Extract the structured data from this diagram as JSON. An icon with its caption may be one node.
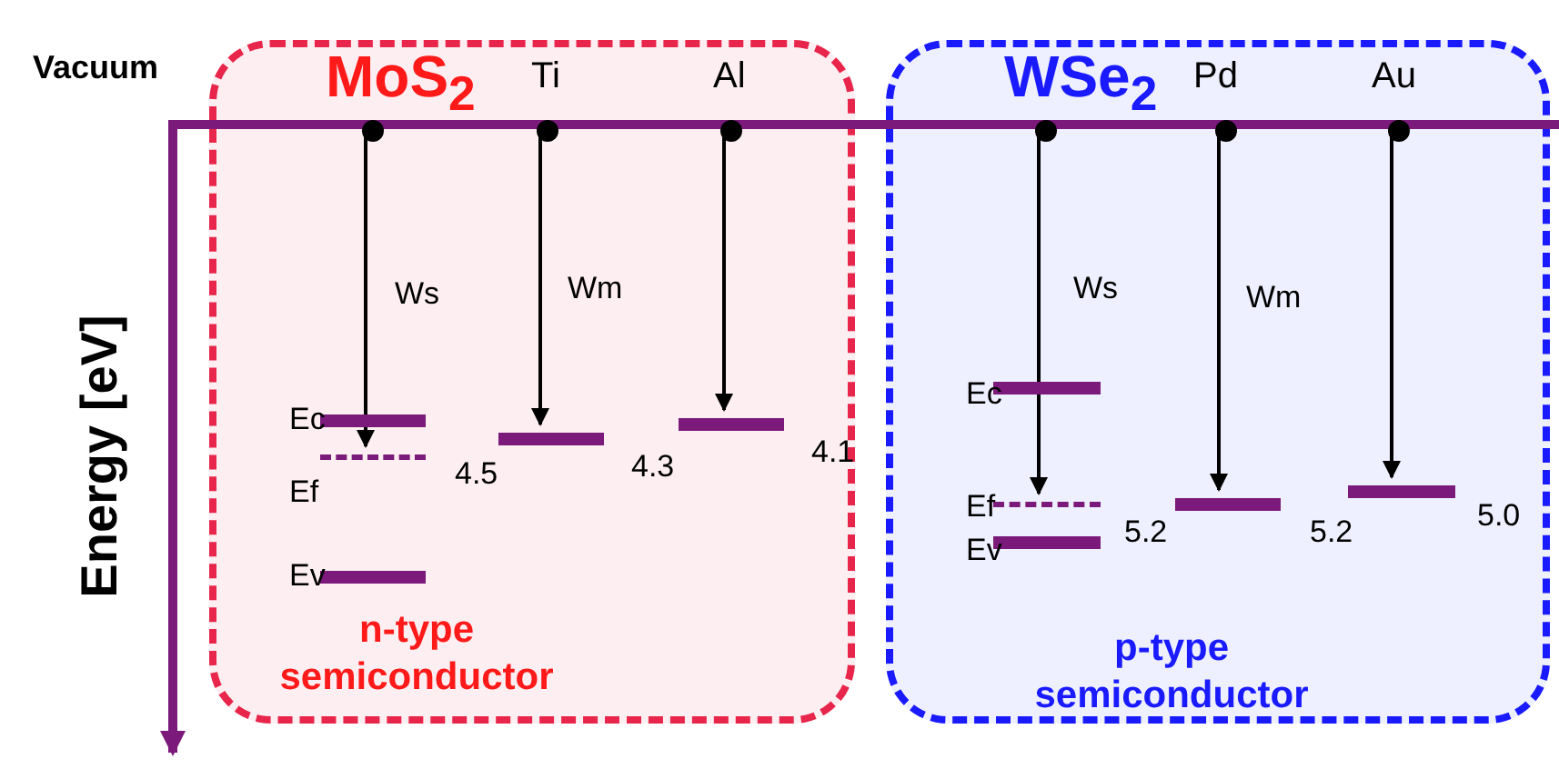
{
  "diagram": {
    "nodes": [
      {
        "text": [
          "MoS$_{2}$",
          "n-type semiconductor"
        ]
      },
      {
        "text": [],
        "shape": "circle",
        "in": 0
      },
      {
        "text": [],
        "shape": "circle",
        "in": 0,
        "beside": [
          "Ti"
        ]
      },
      {
        "text": [],
        "shape": "circle",
        "in": 0,
        "beside": [
          "Al"
        ]
      },
      {
        "text": [],
        "shape": "bar",
        "in": 0,
        "beside": [
          "Ec"
        ]
      },
      {
        "text": [],
        "shape": "bar",
        "in": 0,
        "beside": [
          "Ef",
          "4.5"
        ]
      },
      {
        "text": [],
        "shape": "bar",
        "in": 0,
        "beside": [
          "Ev"
        ]
      },
      {
        "text": [],
        "shape": "bar",
        "in": 0,
        "beside": [
          "4.3"
        ]
      },
      {
        "text": [],
        "shape": "bar",
        "in": 0,
        "beside": [
          "4.1"
        ]
      },
      {
        "text": [
          "WSe$_{2}$",
          "p-type semiconductor"
        ]
      },
      {
        "text": [],
        "shape": "circle",
        "in": 9
      },
      {
        "text": [],
        "shape": "circle",
        "in": 9,
        "beside": [
          "Pd"
        ]
      },
      {
        "text": [],
        "shape": "circle",
        "in": 9,
        "beside": [
          "Au"
        ]
      },
      {
        "text": [],
        "shape": "bar",
        "in": 9,
        "beside": [
          "Ec"
        ]
      },
      {
        "text": [],
        "shape": "bar",
        "in": 9,
        "beside": [
          "Ef",
          "5.2"
        ]
      },
      {
        "text": [],
        "shape": "bar",
        "in": 9,
        "beside": [
          "Ev"
        ]
      },
      {
        "text": [],
        "shape": "bar",
        "in": 9,
        "beside": [
          "5.2"
        ]
      },
      {
        "text": [],
        "shape": "bar",
        "in": 9,
        "beside": [
          "5.0"
        ]
      },
      {
        "text": [],
        "shape": "bar",
        "beside": [
          "Vacuum"
        ]
      }
    ],
    "edges": [
      {
        "from": 1,
        "to": 5,
        "arrow": "to",
        "label": "Ws"
      },
      {
        "from": 2,
        "to": 7,
        "arrow": "to",
        "label": "Wm"
      },
      {
        "from": 3,
        "to": 8,
        "arrow": "to"
      },
      {
        "from": 10,
        "to": 14,
        "arrow": "to",
        "label": "Ws"
      },
      {
        "from": 11,
        "to": 16,
        "arrow": "to",
        "label": "Wm"
      },
      {
        "from": 12,
        "to": 17,
        "arrow": "to"
      }
    ],
    "labels": [
      "Energy [eV]"
    ]
  }
}
